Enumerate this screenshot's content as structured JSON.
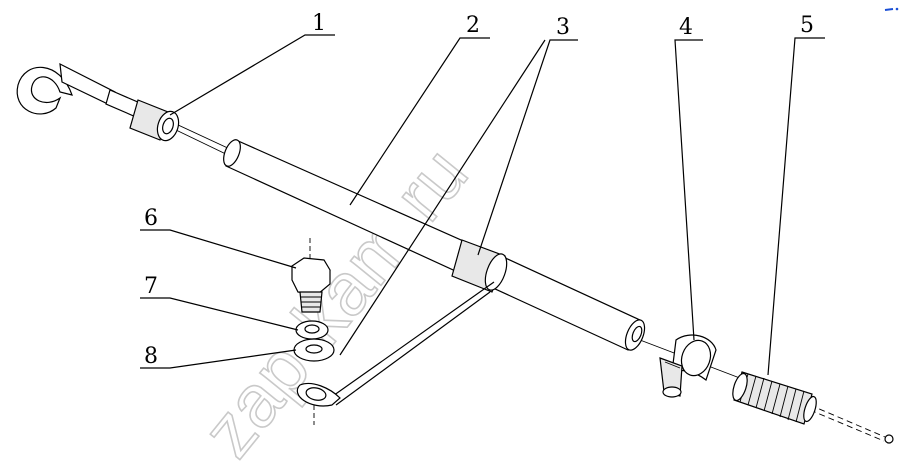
{
  "callouts": [
    {
      "id": "callout-1",
      "label": "1"
    },
    {
      "id": "callout-2",
      "label": "2"
    },
    {
      "id": "callout-3",
      "label": "3"
    },
    {
      "id": "callout-4",
      "label": "4"
    },
    {
      "id": "callout-5",
      "label": "5"
    },
    {
      "id": "callout-6",
      "label": "6"
    },
    {
      "id": "callout-7",
      "label": "7"
    },
    {
      "id": "callout-8",
      "label": "8"
    }
  ],
  "watermark": "zap-kam.ru",
  "colors": {
    "line": "#000000",
    "watermark": "#c9c9c9",
    "background": "#ffffff",
    "corner_mark": "#1a4fd6"
  }
}
